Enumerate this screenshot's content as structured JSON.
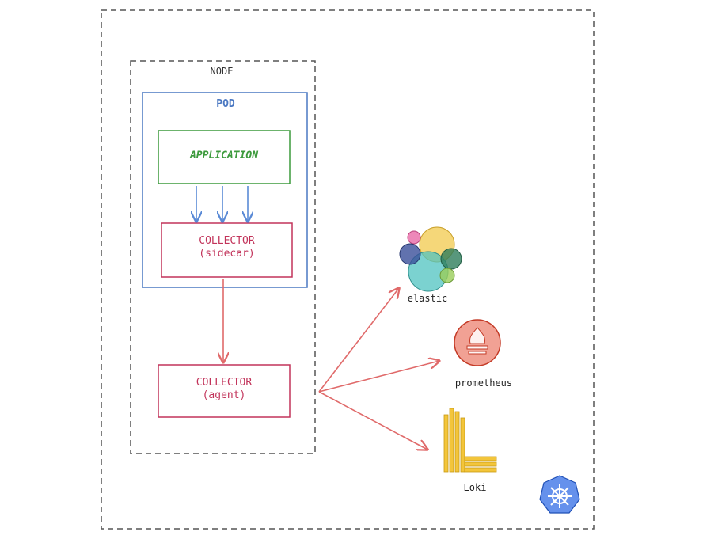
{
  "labels": {
    "node": "NODE",
    "pod": "POD",
    "application": "APPLICATION",
    "sidecar_line1": "COLLECTOR",
    "sidecar_line2": "(sidecar)",
    "agent_line1": "COLLECTOR",
    "agent_line2": "(agent)",
    "elastic": "elastic",
    "prometheus": "prometheus",
    "loki": "Loki"
  },
  "colors": {
    "pod": "#4a78c2",
    "application": "#3c9a3c",
    "collector": "#c2335a",
    "arrow_red": "#e06a6a",
    "arrow_blue": "#5a8ad6",
    "dashed": "#555555",
    "elastic_yellow": "#f2c94c",
    "elastic_teal": "#4fc3c0",
    "elastic_pink": "#e86aa8",
    "elastic_navy": "#3a4f9a",
    "elastic_green": "#2e7d5b",
    "elastic_lime": "#9acd5a",
    "prometheus": "#e5533d",
    "loki": "#f3c53a",
    "kubernetes": "#326ce5"
  },
  "icons": {
    "elastic": "elastic-logo-icon",
    "prometheus": "prometheus-logo-icon",
    "loki": "loki-logo-icon",
    "kubernetes": "kubernetes-helm-icon"
  }
}
